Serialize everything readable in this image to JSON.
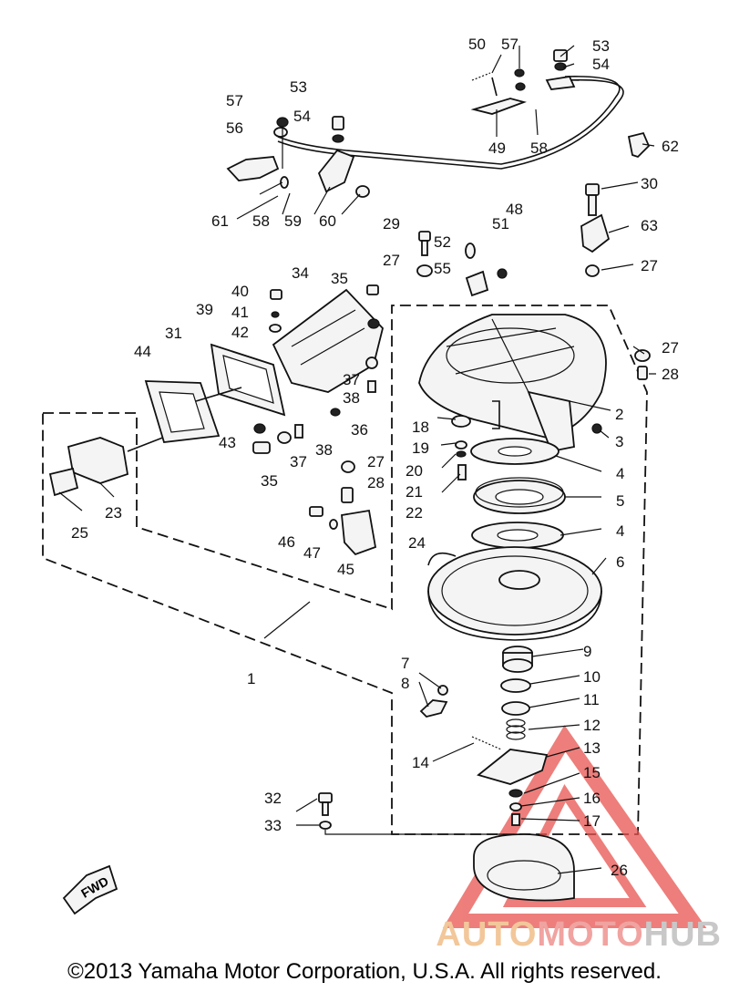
{
  "diagram": {
    "copyright": "©2013 Yamaha Motor Corporation, U.S.A. All rights reserved.",
    "fwd_label": "FWD",
    "watermark": {
      "part1": "AUTO",
      "part2": "MOTO",
      "part3": "HUB"
    },
    "accent_colors": {
      "watermark_orange": "#f2c79a",
      "watermark_red": "#e8544f",
      "watermark_gray": "#c8c8c8"
    },
    "labels": [
      "1",
      "2",
      "3",
      "4",
      "4",
      "5",
      "6",
      "7",
      "8",
      "9",
      "10",
      "11",
      "12",
      "13",
      "14",
      "15",
      "16",
      "17",
      "18",
      "19",
      "20",
      "21",
      "22",
      "23",
      "24",
      "25",
      "26",
      "27",
      "27",
      "27",
      "27",
      "28",
      "28",
      "29",
      "30",
      "31",
      "32",
      "33",
      "34",
      "35",
      "35",
      "36",
      "37",
      "37",
      "38",
      "38",
      "39",
      "40",
      "41",
      "42",
      "43",
      "44",
      "45",
      "46",
      "47",
      "48",
      "49",
      "50",
      "51",
      "52",
      "53",
      "53",
      "54",
      "54",
      "55",
      "56",
      "57",
      "57",
      "58",
      "58",
      "59",
      "60",
      "61",
      "62",
      "63"
    ]
  }
}
